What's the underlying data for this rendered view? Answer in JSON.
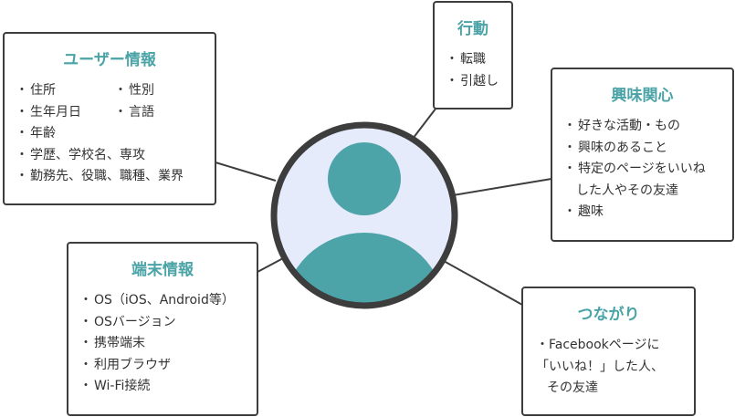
{
  "center_icon": "user-avatar-icon",
  "colors": {
    "accent": "#4aa3a6",
    "circle_fill": "#e6ebfb",
    "border": "#3d3d3d"
  },
  "user_info": {
    "title": "ユーザー情報",
    "items": [
      "住所",
      "性別",
      "生年月日",
      "言語",
      "年齢",
      "学歴、学校名、専攻",
      "勤務先、役職、職種、業界"
    ]
  },
  "behavior": {
    "title": "行動",
    "items": [
      "転職",
      "引越し"
    ]
  },
  "interests": {
    "title": "興味関心",
    "items": [
      "好きな活動・もの",
      "興味のあること",
      "特定のページをいいね",
      "した人やその友達",
      "趣味"
    ]
  },
  "device": {
    "title": "端末情報",
    "items": [
      "OS（iOS、Android等）",
      "OSバージョン",
      "携帯端末",
      "利用ブラウザ",
      "Wi-Fi接続"
    ]
  },
  "connections": {
    "title": "つながり",
    "lines": [
      "・Facebookページに",
      "「いいね！」した人、",
      "その友達"
    ]
  }
}
